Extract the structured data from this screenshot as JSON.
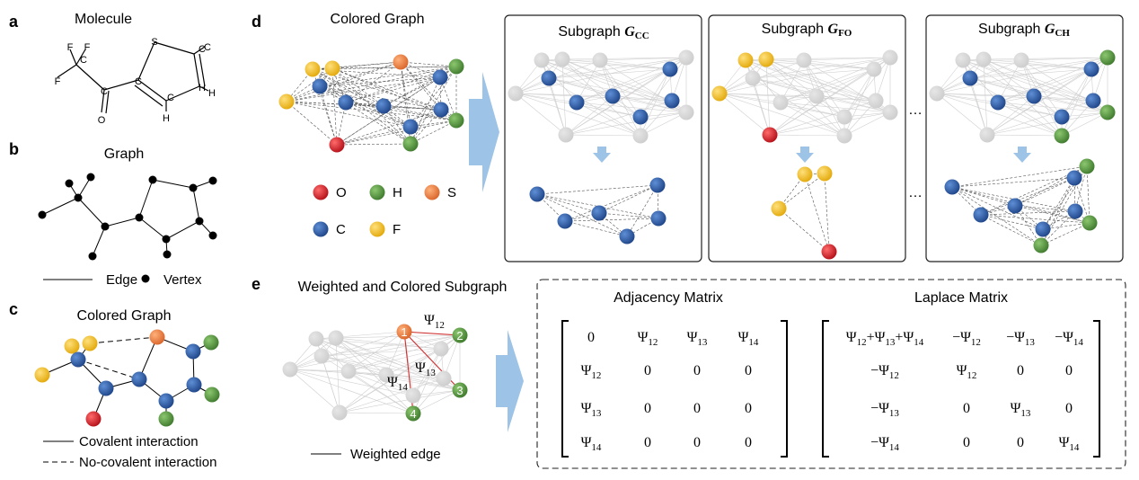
{
  "panels": {
    "a": {
      "label": "a",
      "title": "Molecule"
    },
    "b": {
      "label": "b",
      "title": "Graph",
      "legend_edge": "Edge",
      "legend_vertex": "Vertex"
    },
    "c": {
      "label": "c",
      "title": "Colored Graph",
      "legend_covalent": "Covalent interaction",
      "legend_noncovalent": "No-covalent interaction"
    },
    "d": {
      "label": "d",
      "title": "Colored Graph",
      "subgraphs": [
        {
          "prefix": "Subgraph ",
          "symbol": "G",
          "sub": "CC"
        },
        {
          "prefix": "Subgraph ",
          "symbol": "G",
          "sub": "FO"
        },
        {
          "prefix": "Subgraph ",
          "symbol": "G",
          "sub": "CH"
        }
      ],
      "ellipsis": "…"
    },
    "e": {
      "label": "e",
      "title": "Weighted and Colored Subgraph",
      "legend_weighted": "Weighted edge",
      "adjacency_title": "Adjacency Matrix",
      "laplace_title": "Laplace Matrix",
      "node_numbers": [
        "1",
        "2",
        "3",
        "4"
      ],
      "psi": [
        "Ψ12",
        "Ψ13",
        "Ψ14"
      ]
    }
  },
  "molecule_atoms": [
    "F",
    "F",
    "F",
    "C",
    "C",
    "O",
    "C",
    "S",
    "C",
    "H",
    "C",
    "C",
    "H",
    "H"
  ],
  "element_legend": [
    {
      "symbol": "O",
      "color": "#c4141c"
    },
    {
      "symbol": "H",
      "color": "#4e8a3a"
    },
    {
      "symbol": "S",
      "color": "#e97b35"
    },
    {
      "symbol": "C",
      "color": "#2c56a0"
    },
    {
      "symbol": "F",
      "color": "#f2be1a"
    }
  ],
  "colors": {
    "gray": "#d3d3d3",
    "arrow": "#9dc3e6",
    "weighted_edge": "#d03030"
  },
  "adjacency_matrix": [
    [
      {
        "t": "0"
      },
      {
        "t": "Ψ",
        "s": "12"
      },
      {
        "t": "Ψ",
        "s": "13"
      },
      {
        "t": "Ψ",
        "s": "14"
      }
    ],
    [
      {
        "t": "Ψ",
        "s": "12"
      },
      {
        "t": "0"
      },
      {
        "t": "0"
      },
      {
        "t": "0"
      }
    ],
    [
      {
        "t": "Ψ",
        "s": "13"
      },
      {
        "t": "0"
      },
      {
        "t": "0"
      },
      {
        "t": "0"
      }
    ],
    [
      {
        "t": "Ψ",
        "s": "14"
      },
      {
        "t": "0"
      },
      {
        "t": "0"
      },
      {
        "t": "0"
      }
    ]
  ],
  "laplace_matrix": [
    [
      {
        "t": "Ψ12+Ψ13+Ψ14"
      },
      {
        "t": "−Ψ",
        "s": "12"
      },
      {
        "t": "−Ψ",
        "s": "13"
      },
      {
        "t": "−Ψ",
        "s": "14"
      }
    ],
    [
      {
        "t": "−Ψ",
        "s": "12"
      },
      {
        "t": "Ψ",
        "s": "12"
      },
      {
        "t": "0"
      },
      {
        "t": "0"
      }
    ],
    [
      {
        "t": "−Ψ",
        "s": "13"
      },
      {
        "t": "0"
      },
      {
        "t": "Ψ",
        "s": "13"
      },
      {
        "t": "0"
      }
    ],
    [
      {
        "t": "−Ψ",
        "s": "14"
      },
      {
        "t": "0"
      },
      {
        "t": "0"
      },
      {
        "t": "Ψ",
        "s": "14"
      }
    ]
  ]
}
